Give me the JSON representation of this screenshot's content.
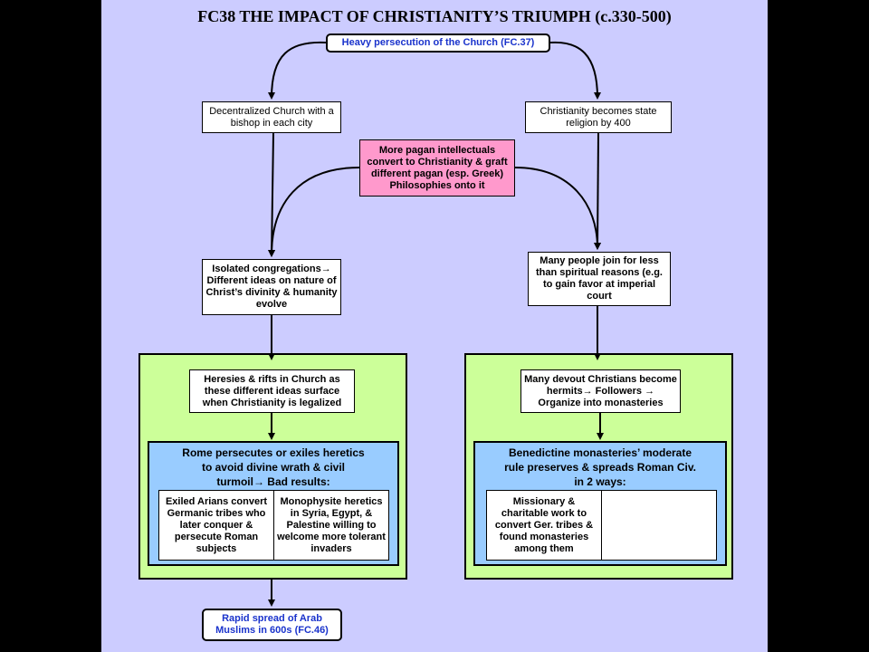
{
  "title": "FC38 THE IMPACT OF CHRISTIANITY’S TRIUMPH (c.330-500)",
  "nodes": {
    "top": "Heavy persecution of the Church (FC.37)",
    "decentralized": "Decentralized Church with a bishop in each city",
    "state_religion": "Christianity becomes state religion by 400",
    "pagan_intellectuals": "More pagan intellectuals convert to Christianity & graft different pagan (esp. Greek) Philosophies onto it",
    "isolated": "Isolated congregations→ Different ideas on nature of Christ’s divinity & humanity evolve",
    "many_join": "Many people join for less than spiritual reasons (e.g. to gain favor at imperial court",
    "heresies": "Heresies & rifts in Church as these different ideas surface when Christianity is legalized",
    "hermits": "Many devout Christians become hermits→ Followers → Organize into monasteries",
    "rome_persecutes": "Rome persecutes or exiles heretics to avoid divine wrath & civil turmoil→ Bad results:",
    "arians": "Exiled Arians convert Germanic tribes who later conquer & persecute Roman subjects",
    "monophysite": "Monophysite heretics in Syria, Egypt, & Palestine willing to welcome more tolerant invaders",
    "benedictine": "Benedictine monasteries’ moderate rule preserves & spreads Roman Civ. in 2 ways:",
    "missionary": "Missionary & charitable work to convert Ger. tribes & found monasteries among them",
    "second_way": "",
    "arab": "Rapid spread of Arab Muslims in 600s (FC.46)"
  },
  "colors": {
    "slide_bg": "#ccccff",
    "outer_bg": "#000000",
    "green_panel": "#ccff99",
    "blue_panel": "#99ccff",
    "pink_box": "#ff99cc",
    "link_text": "#1a33cc"
  }
}
